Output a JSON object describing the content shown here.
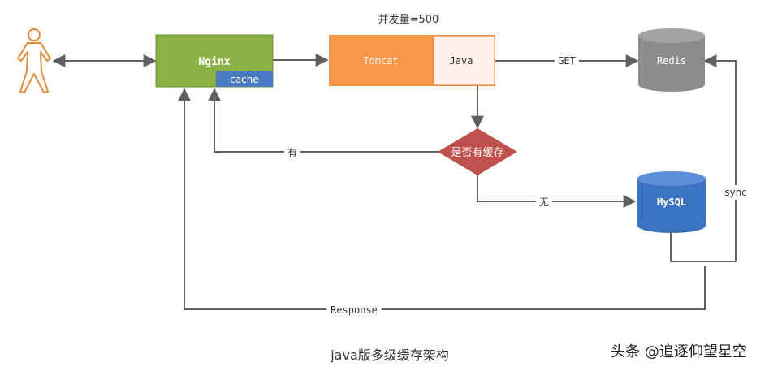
{
  "colors": {
    "nginx": "#8bb043",
    "nginx_border": "#6e8f2f",
    "cache_tag": "#4a7cc4",
    "tomcat": "#f79646",
    "java_fill": "#fdf1ea",
    "java_border": "#e2762a",
    "redis": "#8c8c8c",
    "mysql": "#3d74c1",
    "decision": "#c0504d",
    "connector": "#606060",
    "text_dark": "#333333",
    "person": "#e08a3a"
  },
  "icons": {
    "user": "person-stick-figure-icon",
    "redis": "database-cylinder-icon",
    "mysql": "database-cylinder-icon"
  },
  "labels": {
    "concurrency": "并发量=500",
    "nginx": "Nginx",
    "cache": "cache",
    "tomcat": "Tomcat",
    "java": "Java",
    "get": "GET",
    "redis": "Redis",
    "decision": "是否有缓存",
    "yes": "有",
    "no": "无",
    "mysql": "MySQL",
    "sync": "sync",
    "response": "Response",
    "caption": "java版多级缓存架构",
    "watermark": "头条 @追逐仰望星空"
  }
}
